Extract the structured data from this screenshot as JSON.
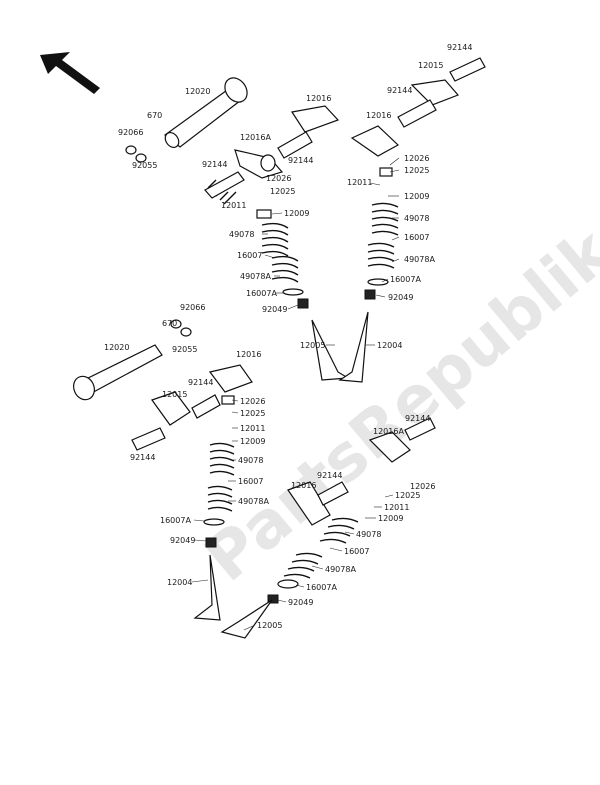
{
  "watermark": "PartsRepublik",
  "labels": {
    "l1": "92144",
    "l2": "12015",
    "l3": "92144",
    "l4": "12016",
    "l5": "12026",
    "l6": "12025",
    "l7": "12011",
    "l8": "12009",
    "l9": "49078",
    "l10": "16007",
    "l11": "49078A",
    "l12": "16007A",
    "l13": "92049",
    "l14": "12004",
    "l15": "12020",
    "l16": "670",
    "l17": "92066",
    "l18": "92055",
    "l19": "12016",
    "l20": "12016A",
    "l21": "92144",
    "l22": "12026",
    "l23": "12025",
    "l24": "12011",
    "l25": "12009",
    "l26": "49078",
    "l27": "16007",
    "l28": "49078A",
    "l29": "16007A",
    "l30": "92049",
    "l31": "12005",
    "l32": "92144",
    "l33": "92066",
    "l34": "670",
    "l35": "92055",
    "l36": "12020",
    "l37": "12016",
    "l38": "92144",
    "l39": "12015",
    "l40": "92144",
    "l41": "12026",
    "l42": "12025",
    "l43": "12011",
    "l44": "12009",
    "l45": "49078",
    "l46": "16007",
    "l47": "49078A",
    "l48": "16007A",
    "l49": "92049",
    "l50": "12004",
    "l51": "92144",
    "l52": "12016A",
    "l53": "12026",
    "l54": "92144",
    "l55": "12016",
    "l56": "12025",
    "l57": "12011",
    "l58": "12009",
    "l59": "49078",
    "l60": "16007",
    "l61": "49078A",
    "l62": "16007A",
    "l63": "92049",
    "l64": "12005"
  }
}
